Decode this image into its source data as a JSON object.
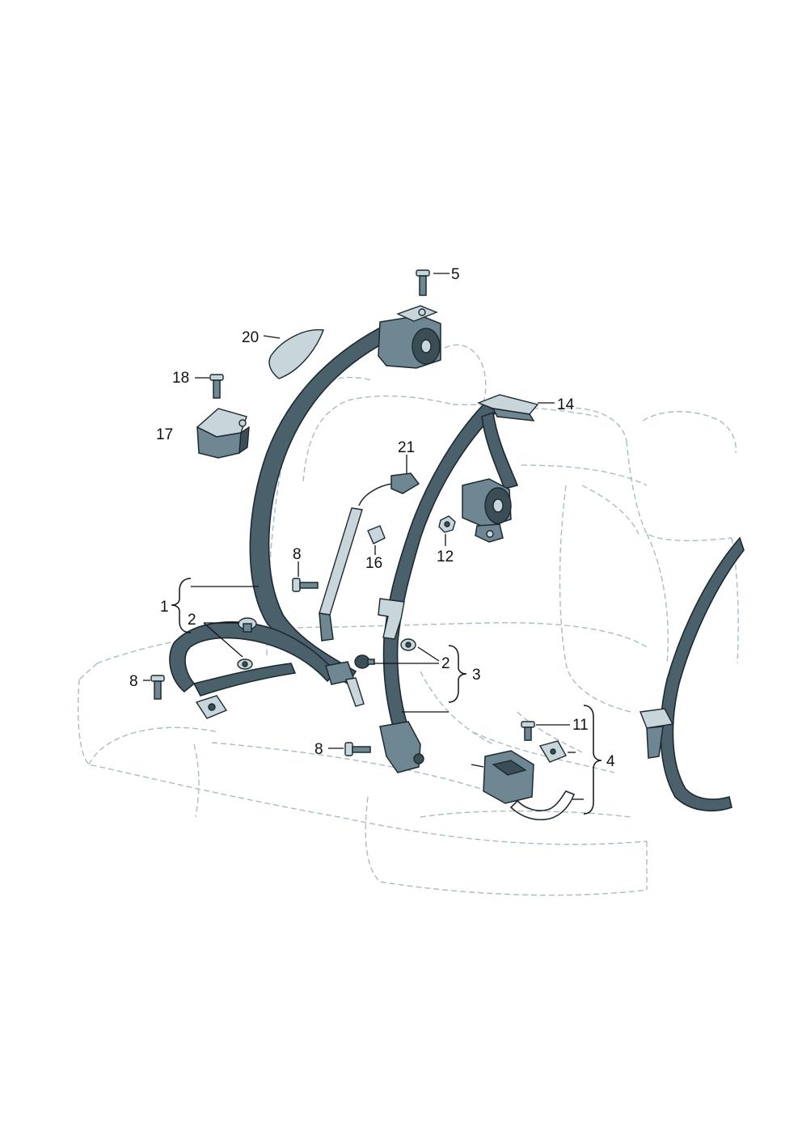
{
  "diagram": {
    "callouts": {
      "c1": "1",
      "c2a": "2",
      "c2b": "2",
      "c3": "3",
      "c4": "4",
      "c5": "5",
      "c8a": "8",
      "c8b": "8",
      "c8c": "8",
      "c11": "11",
      "c12": "12",
      "c14": "14",
      "c16": "16",
      "c17": "17",
      "c18": "18",
      "c20": "20",
      "c21": "21"
    }
  }
}
